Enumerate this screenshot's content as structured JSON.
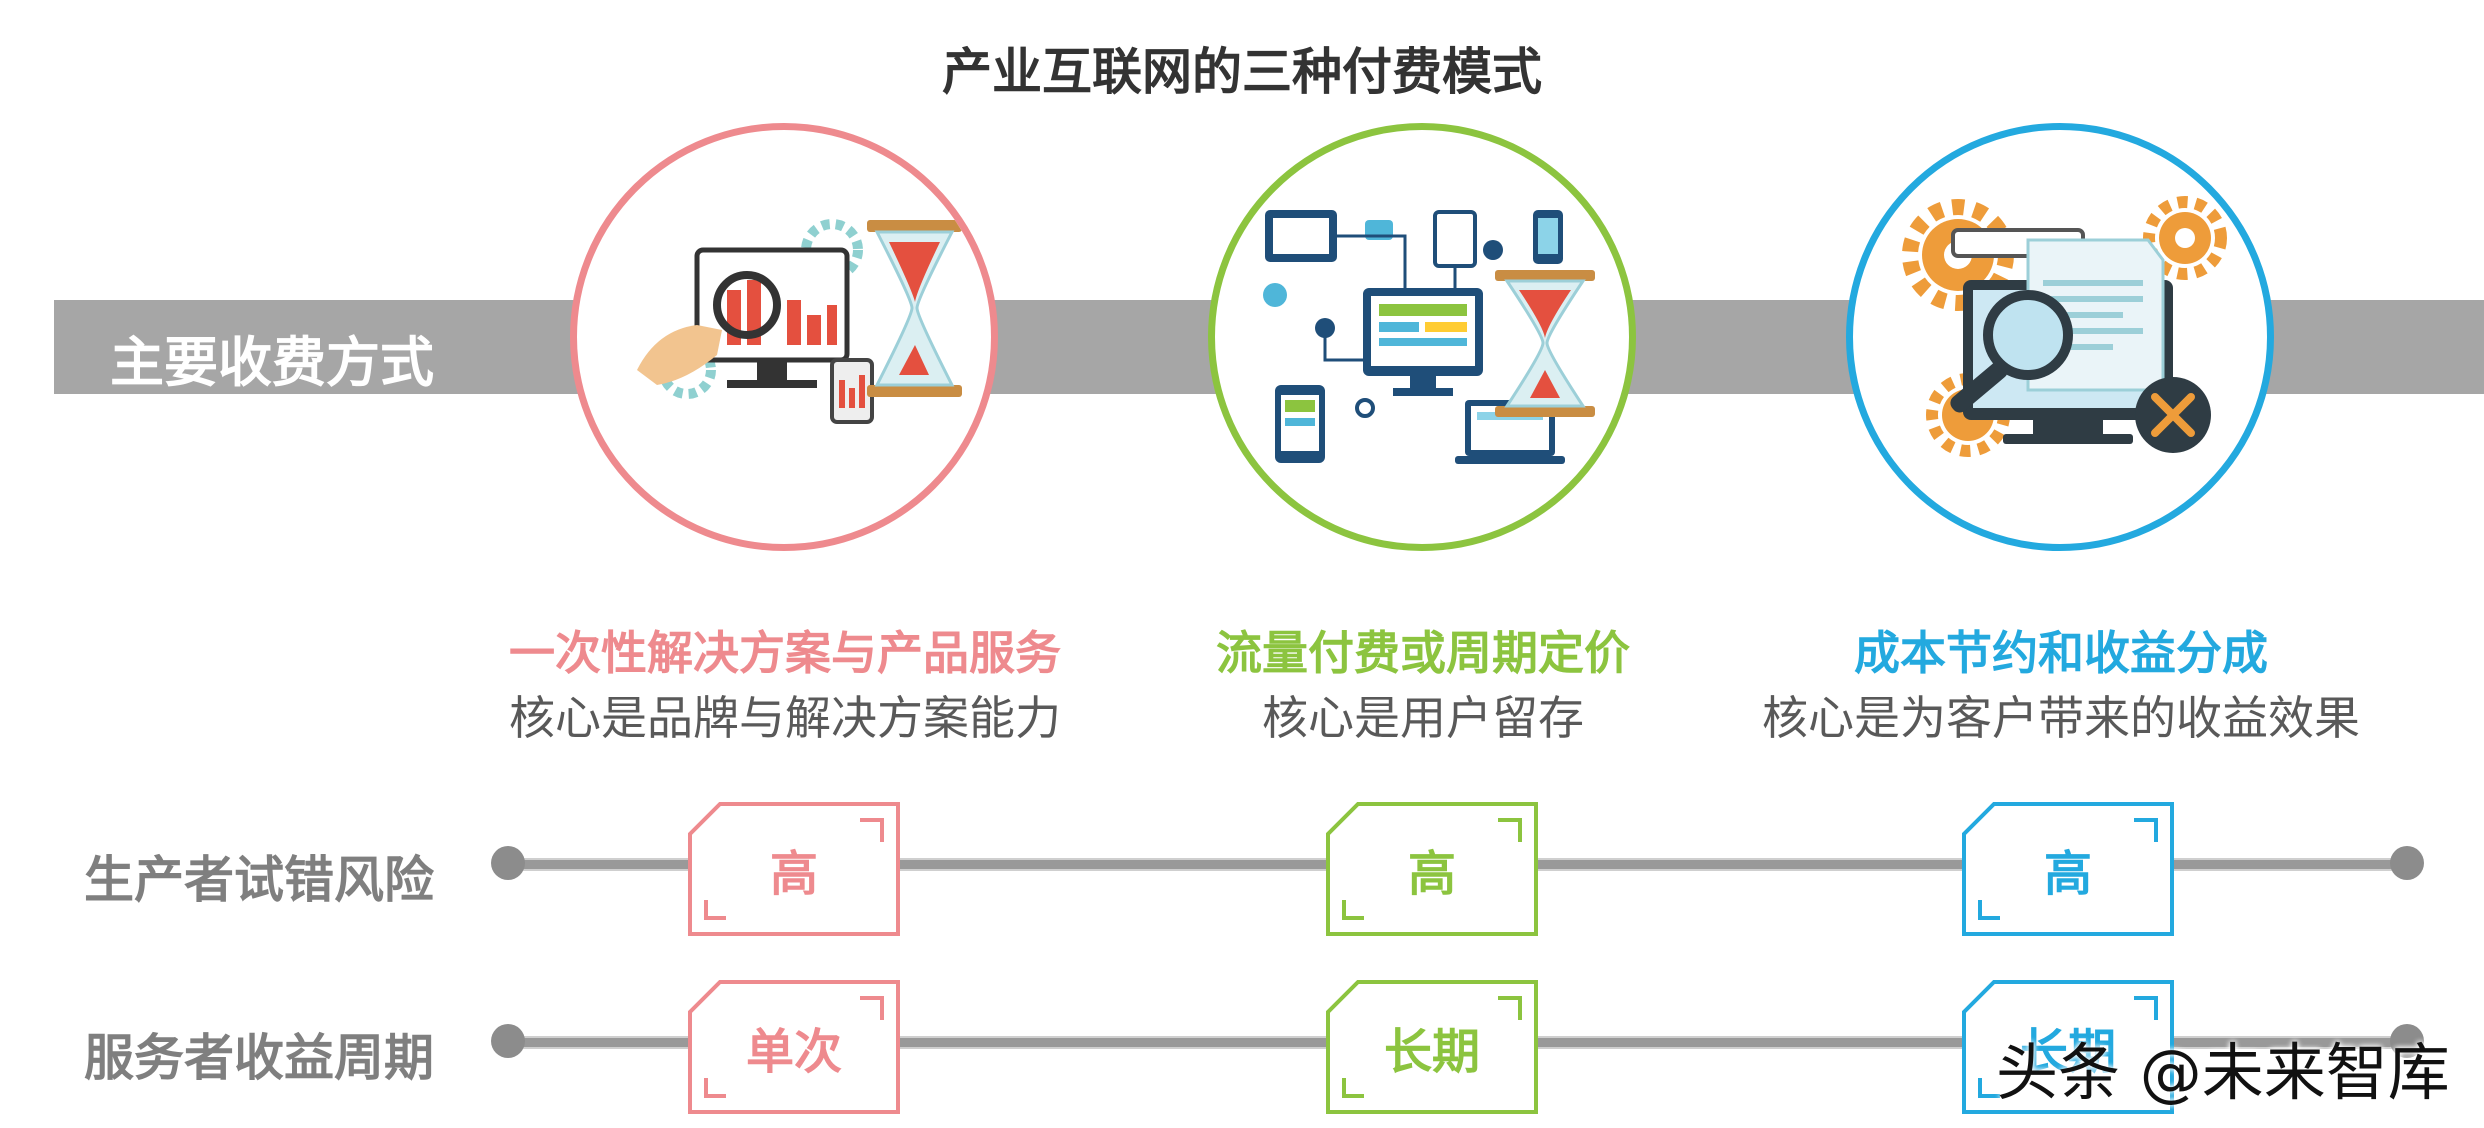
{
  "title": "产业互联网的三种付费模式",
  "band_label": "主要收费方式",
  "colors": {
    "red": "#ee8a8e",
    "green": "#8cc43f",
    "blue": "#23a9df",
    "gray": "#a6a6a6"
  },
  "columns": [
    {
      "title": "一次性解决方案与产品服务",
      "subtitle": "核心是品牌与解决方案能力",
      "icon": "analytics-hourglass-icon"
    },
    {
      "title": "流量付费或周期定价",
      "subtitle": "核心是用户留存",
      "icon": "network-devices-icon"
    },
    {
      "title": "成本节约和收益分成",
      "subtitle": "核心是为客户带来的收益效果",
      "icon": "gears-magnifier-icon"
    }
  ],
  "rows": [
    {
      "label": "生产者试错风险",
      "values": [
        "高",
        "高",
        "高"
      ]
    },
    {
      "label": "服务者收益周期",
      "values": [
        "单次",
        "长期",
        "长期"
      ]
    }
  ],
  "watermark": "头条 @未来智库"
}
